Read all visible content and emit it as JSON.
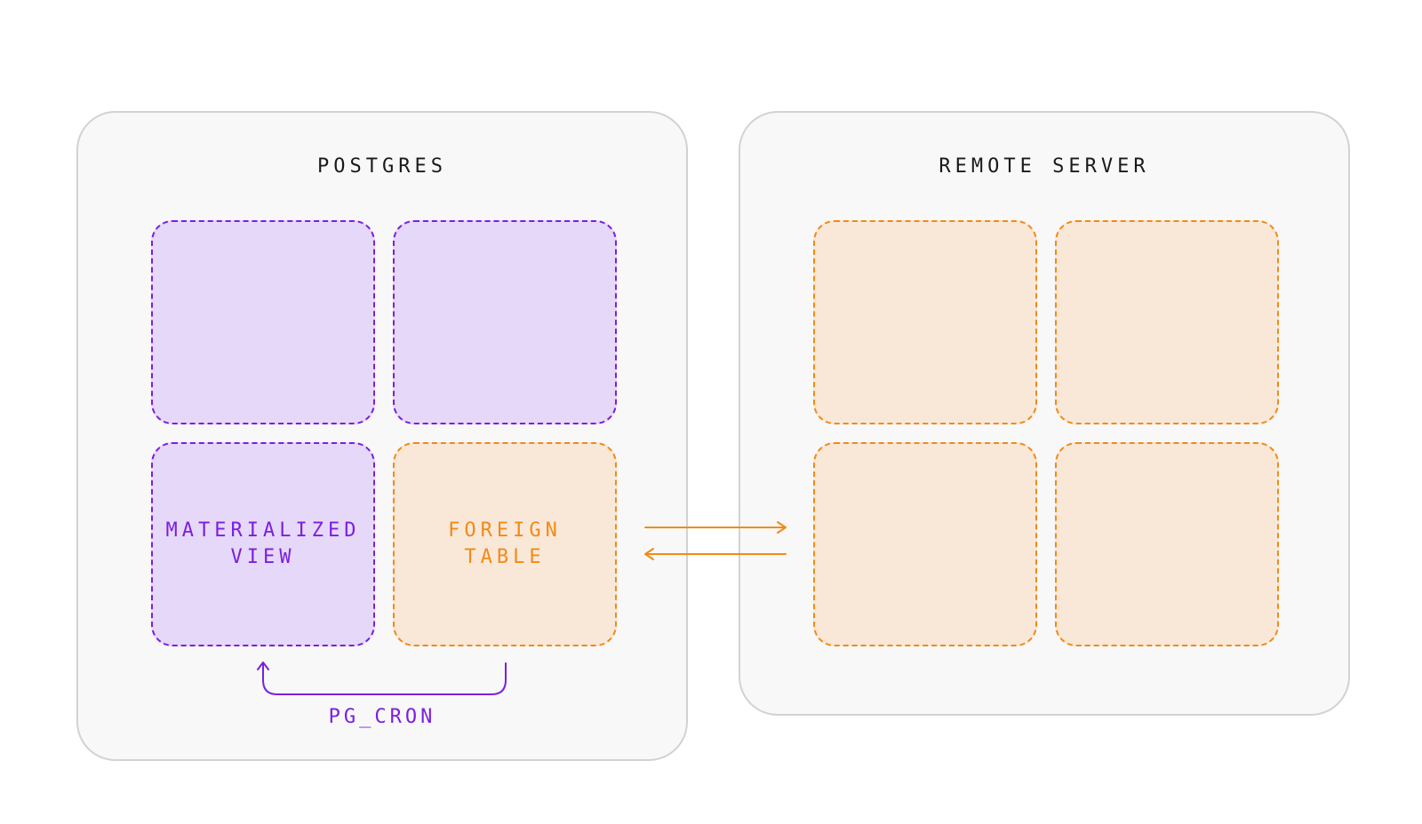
{
  "postgres": {
    "title": "POSTGRES",
    "materialized_view": {
      "line1": "MATERIALIZED",
      "line2": "VIEW"
    },
    "foreign_table": {
      "line1": "FOREIGN",
      "line2": "TABLE"
    },
    "cron_label": "PG_CRON"
  },
  "remote": {
    "title": "REMOTE SERVER"
  },
  "colors": {
    "purple": "#7b1fe0",
    "purple_fill": "#e6d8f8",
    "orange": "#f28a18",
    "orange_fill": "#f9e8d8",
    "panel_fill": "#f8f8f8",
    "panel_border": "#d2d2d2"
  },
  "icons": [
    "cron-cycle-arrow-icon",
    "right-arrow-icon",
    "left-arrow-icon"
  ]
}
